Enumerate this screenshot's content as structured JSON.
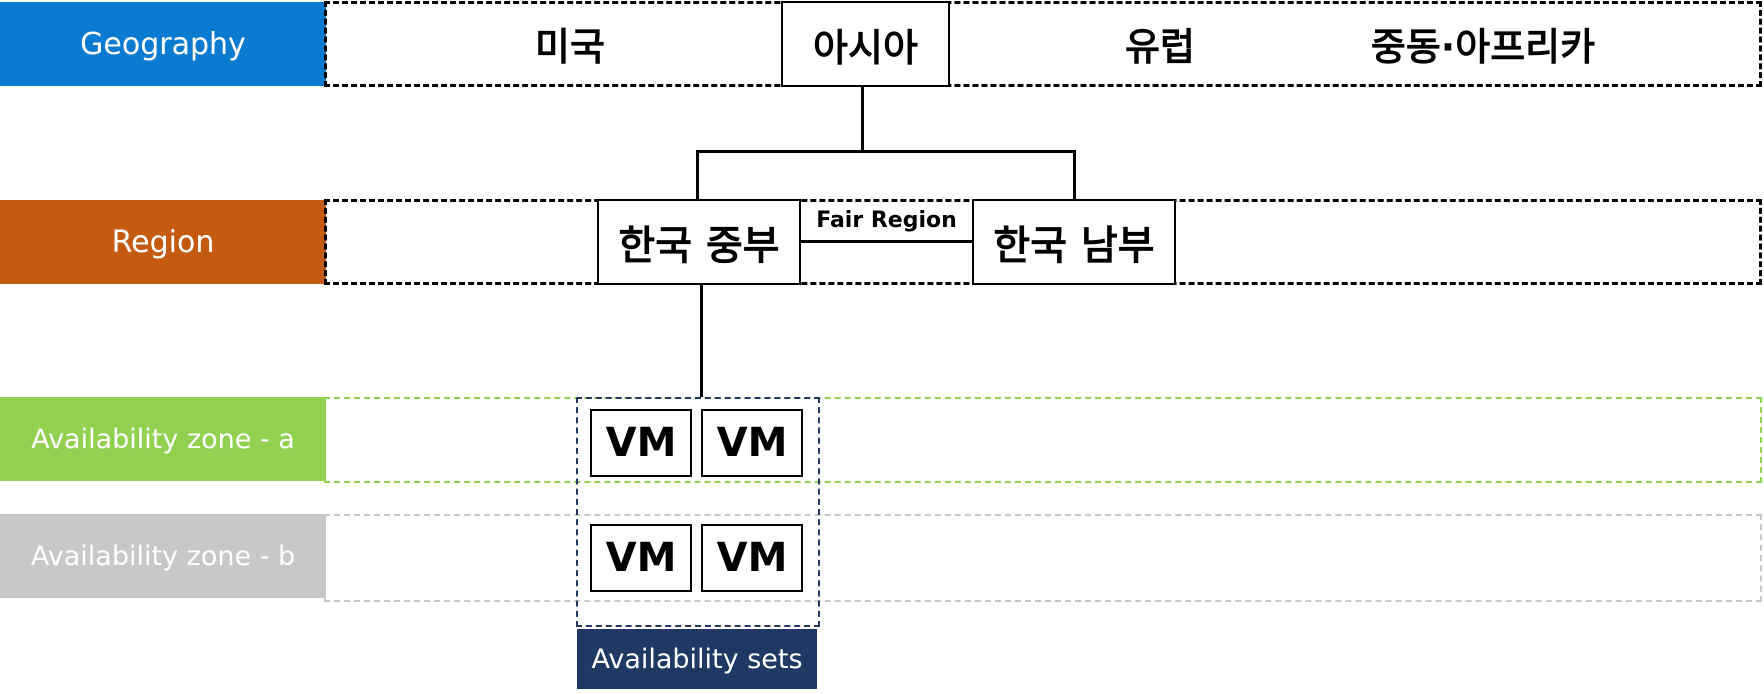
{
  "rows": {
    "geography": {
      "label": "Geography",
      "color": "#0a7bd1"
    },
    "region": {
      "label": "Region",
      "color": "#c55a11"
    },
    "zone_a": {
      "label": "Availability zone - a",
      "color": "#92d050"
    },
    "zone_b": {
      "label": "Availability zone - b",
      "color": "#c8c8c8"
    }
  },
  "geographies": [
    "미국",
    "아시아",
    "유럽",
    "중동·아프리카"
  ],
  "regions": {
    "central": "한국 중부",
    "south": "한국 남부",
    "pair_label": "Fair Region"
  },
  "vms": [
    "VM",
    "VM",
    "VM",
    "VM"
  ],
  "availability_sets": {
    "label": "Availability sets",
    "color": "#1f3864"
  }
}
